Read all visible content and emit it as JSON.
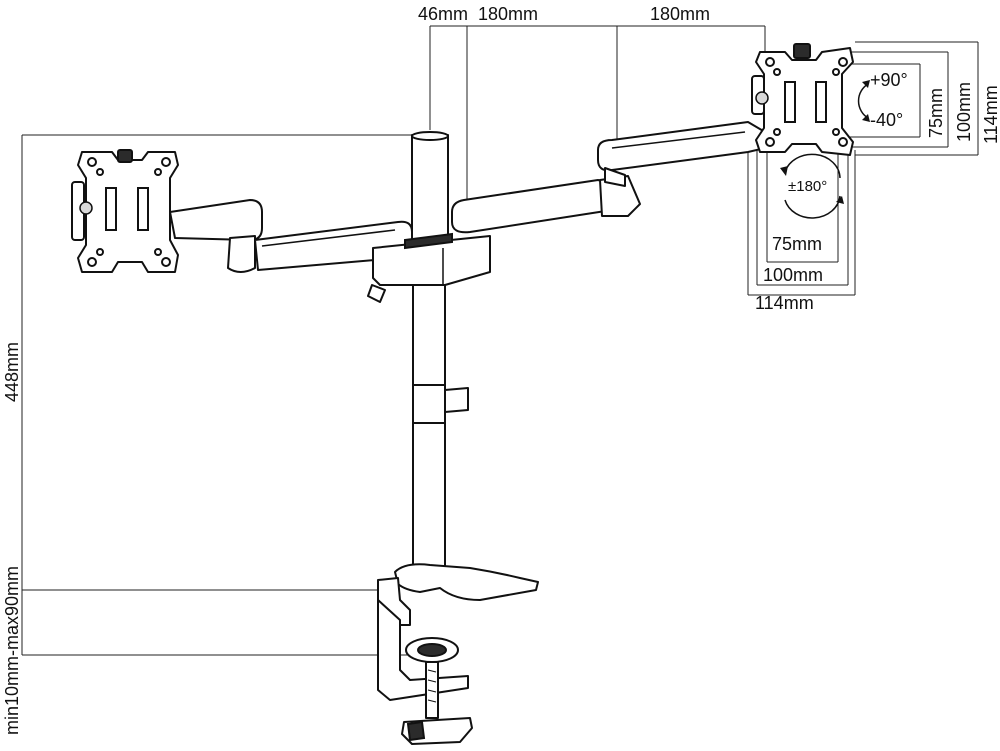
{
  "dimensions": {
    "pole_offset": "46mm",
    "arm_segment_1": "180mm",
    "arm_segment_2": "180mm",
    "pole_height": "448mm",
    "clamp_range": "min10mm-max90mm",
    "vesa_h_75": "75mm",
    "vesa_h_100": "100mm",
    "vesa_h_114": "114mm",
    "vesa_v_75": "75mm",
    "vesa_v_100": "100mm",
    "vesa_v_114": "114mm"
  },
  "rotation": {
    "tilt_up": "+90°",
    "tilt_down": "-40°",
    "rotate": "±180°"
  }
}
